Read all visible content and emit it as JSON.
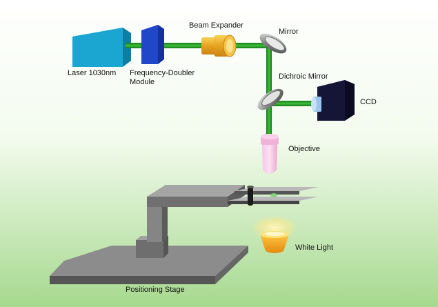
{
  "labels": {
    "laser": "Laser 1030nm",
    "doubler_line1": "Frequency-Doubler",
    "doubler_line2": "Module",
    "beam_expander": "Beam Expander",
    "mirror": "Mirror",
    "dichroic_mirror": "Dichroic Mirror",
    "ccd": "CCD",
    "objective": "Objective",
    "white_light": "White Light",
    "positioning_stage": "Positioning Stage"
  },
  "colors": {
    "background_top": "#ffffff",
    "background_bottom": "#a6d98e",
    "beam": "#1f9a22",
    "laser": "#1aa6d0",
    "doubler": "#1f47c8",
    "beam_expander": "#e8a320",
    "ccd_dark": "#151538",
    "ccd_lens": "#9ac6ee",
    "objective": "#f2b6dc",
    "stage": "#7a7a7a",
    "white_light": "#f0a018"
  }
}
